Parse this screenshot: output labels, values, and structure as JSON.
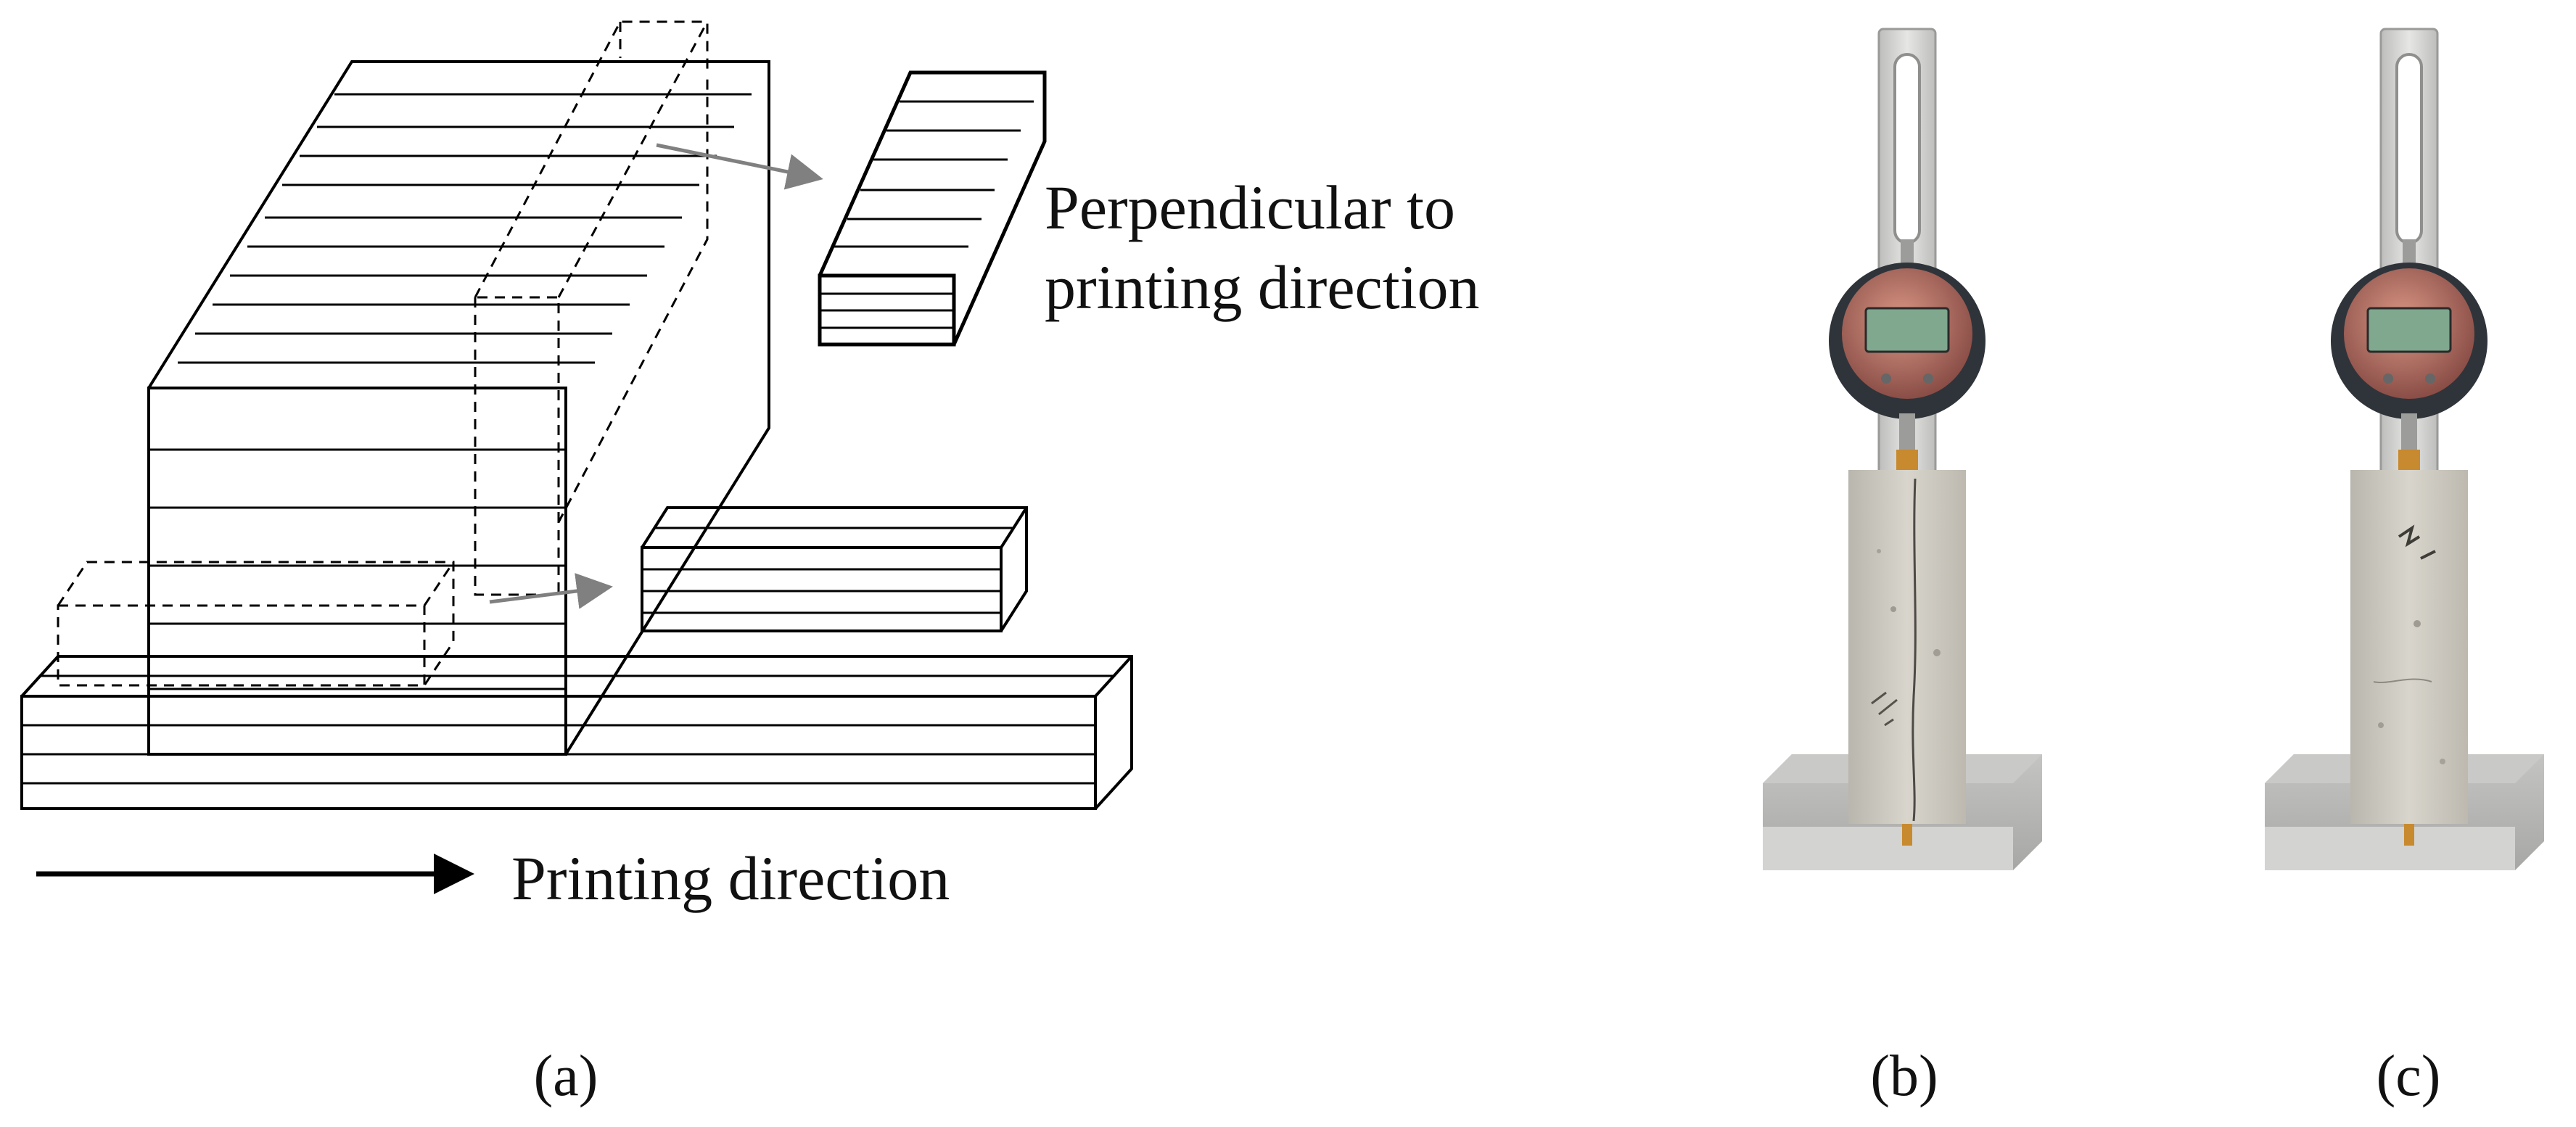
{
  "panel_a": {
    "caption": "(a)",
    "perpendicular_label_line1": "Perpendicular to",
    "perpendicular_label_line2": "printing direction",
    "printing_direction_label": "Printing direction"
  },
  "panel_b": {
    "caption": "(b)"
  },
  "panel_c": {
    "caption": "(c)"
  },
  "colors": {
    "line": "#000000",
    "arrow_gray": "#808080",
    "concrete": "#c9c6bd",
    "base_plate": "#b8b8b6",
    "gauge_frame": "#cfcfcd",
    "dial_body": "#3a3f45",
    "lcd": "#7fa88e",
    "dial_face_tint": "#c97a6a",
    "brass": "#c88a2e"
  }
}
